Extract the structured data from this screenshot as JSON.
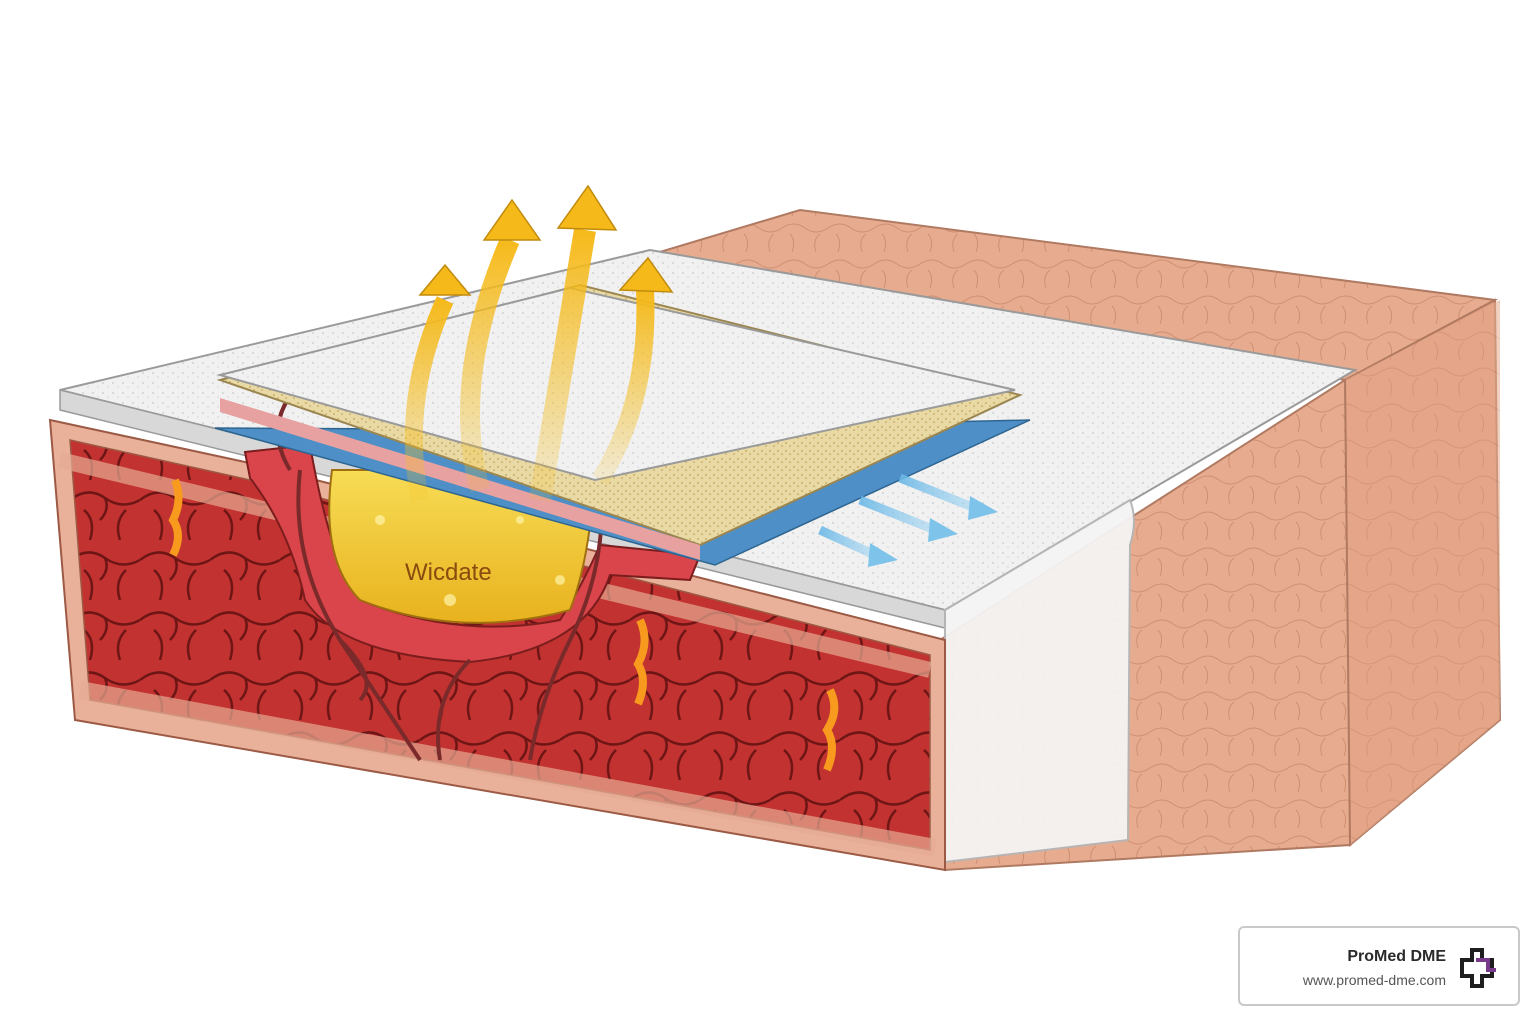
{
  "illustration": {
    "wound_label": "Wicdate"
  },
  "brand": {
    "name": "ProMed DME",
    "url": "www.promed-dme.com",
    "logo_icon": "promed-cross-logo-icon"
  },
  "colors": {
    "skin": "#e8ad90",
    "tissue": "#c0302c",
    "exudate": "#f2c52a",
    "arrow_up": "#f5c023",
    "arrow_side": "#7dc3ea",
    "foam": "#f3f3f3",
    "brand_purple": "#7a3a8c"
  }
}
